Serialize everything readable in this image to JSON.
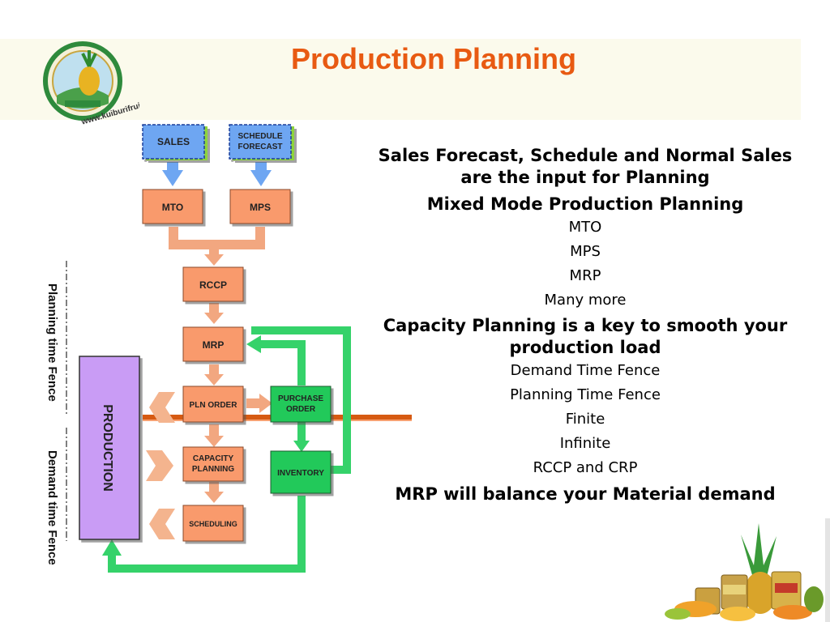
{
  "title": "Production Planning",
  "logo": {
    "url_text": "www.kuiburifruit.co.th"
  },
  "diagram": {
    "boxes": {
      "sales": "SALES",
      "schedule_forecast": [
        "SCHEDULE",
        "FORECAST"
      ],
      "mto": "MTO",
      "mps": "MPS",
      "rccp": "RCCP",
      "mrp": "MRP",
      "pln_order": "PLN ORDER",
      "purchase_order": [
        "PURCHASE",
        "ORDER"
      ],
      "capacity_planning": [
        "CAPACITY",
        "PLANNING"
      ],
      "inventory": "INVENTORY",
      "scheduling": "SCHEDULING",
      "production": "PRODUCTION"
    },
    "side_labels": {
      "planning_fence": "Planning time Fence",
      "demand_fence": "Demand time Fence"
    },
    "colors": {
      "sales_blue": "#6ea6f2",
      "orange_box": "#f99a6c",
      "green_box": "#22c95a",
      "production_purple": "#c99cf5",
      "flow_green": "#35d26a",
      "fence_line": "#d65a12"
    }
  },
  "content": {
    "lines": [
      {
        "text": "Sales Forecast, Schedule and Normal Sales are the input for Planning",
        "style": "bold"
      },
      {
        "text": "Mixed Mode Production Planning",
        "style": "bold"
      },
      {
        "text": "MTO",
        "style": "sub"
      },
      {
        "text": "MPS",
        "style": "sub"
      },
      {
        "text": "MRP",
        "style": "sub"
      },
      {
        "text": "Many more",
        "style": "sub"
      },
      {
        "text": "Capacity Planning is a key to smooth your production load",
        "style": "bold"
      },
      {
        "text": "Demand Time Fence",
        "style": "sub"
      },
      {
        "text": "Planning Time Fence",
        "style": "sub"
      },
      {
        "text": "Finite",
        "style": "sub"
      },
      {
        "text": "Infinite",
        "style": "sub"
      },
      {
        "text": "RCCP and CRP",
        "style": "sub"
      },
      {
        "text": "MRP will balance your Material demand",
        "style": "bold"
      }
    ]
  }
}
